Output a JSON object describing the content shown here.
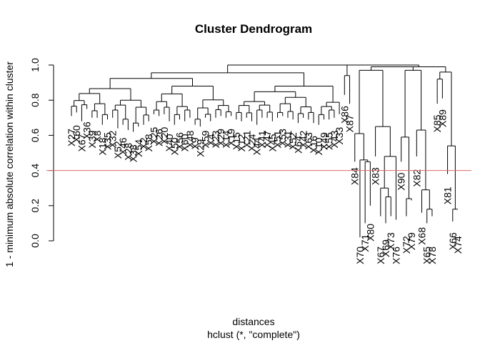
{
  "chart_data": {
    "type": "dendrogram",
    "title": "Cluster Dendrogram",
    "xlabel": "distances",
    "sub": "hclust (*, \"complete\")",
    "ylabel": "1 - minimum absolute correlation within cluster",
    "ylim": [
      0,
      1
    ],
    "yticks": [
      "0.0",
      "0.2",
      "0.4",
      "0.6",
      "0.8",
      "1.0"
    ],
    "cut_height": 0.4,
    "cut_color": "#e06666",
    "line_color": "#000000",
    "left_group": {
      "labels": [
        "X27",
        "X60",
        "X67",
        "X36",
        "X39",
        "X8",
        "X18",
        "X35",
        "X32",
        "X52",
        "X46",
        "X28",
        "X38",
        "X54",
        "X2",
        "X58",
        "X25",
        "X26",
        "X20",
        "X40",
        "X50",
        "X56",
        "X60",
        "X48",
        "X9",
        "X29",
        "X59",
        "X4",
        "X23",
        "X29",
        "X14",
        "X19",
        "X15",
        "X12",
        "X21",
        "X24",
        "X44",
        "X41",
        "X47",
        "X45",
        "X51",
        "X53",
        "X31",
        "X52",
        "X64",
        "X42",
        "X63",
        "X16",
        "X10",
        "X49",
        "X55",
        "X43",
        "X33"
      ],
      "heights": [
        0.71,
        0.73,
        0.68,
        0.75,
        0.7,
        0.7,
        0.66,
        0.69,
        0.7,
        0.64,
        0.66,
        0.63,
        0.62,
        0.65,
        0.66,
        0.68,
        0.72,
        0.71,
        0.72,
        0.68,
        0.66,
        0.69,
        0.68,
        0.7,
        0.66,
        0.65,
        0.7,
        0.68,
        0.7,
        0.71,
        0.7,
        0.71,
        0.69,
        0.68,
        0.7,
        0.68,
        0.66,
        0.7,
        0.7,
        0.68,
        0.7,
        0.71,
        0.7,
        0.69,
        0.67,
        0.7,
        0.69,
        0.67,
        0.66,
        0.69,
        0.69,
        0.7,
        0.72
      ]
    },
    "right_group": [
      {
        "label": "X86",
        "height": 0.78
      },
      {
        "label": "X87",
        "height": 0.73
      },
      {
        "label": "X84",
        "height": 0.43
      },
      {
        "label": "X70",
        "height": -0.02
      },
      {
        "label": "X71",
        "height": 0.05
      },
      {
        "label": "X80",
        "height": 0.11
      },
      {
        "label": "X83",
        "height": 0.43
      },
      {
        "label": "X67",
        "height": -0.02
      },
      {
        "label": "X69",
        "height": 0.02
      },
      {
        "label": "X73",
        "height": 0.06
      },
      {
        "label": "X76",
        "height": -0.02
      },
      {
        "label": "X90",
        "height": 0.4
      },
      {
        "label": "X72",
        "height": 0.04
      },
      {
        "label": "X79",
        "height": 0.06
      },
      {
        "label": "X82",
        "height": 0.42
      },
      {
        "label": "X68",
        "height": 0.09
      },
      {
        "label": "X65",
        "height": -0.02
      },
      {
        "label": "X78",
        "height": -0.02
      },
      {
        "label": "X85",
        "height": 0.73
      },
      {
        "label": "X89",
        "height": 0.76
      },
      {
        "label": "X81",
        "height": 0.32
      },
      {
        "label": "X66",
        "height": 0.06
      },
      {
        "label": "X74",
        "height": 0.04
      }
    ]
  }
}
